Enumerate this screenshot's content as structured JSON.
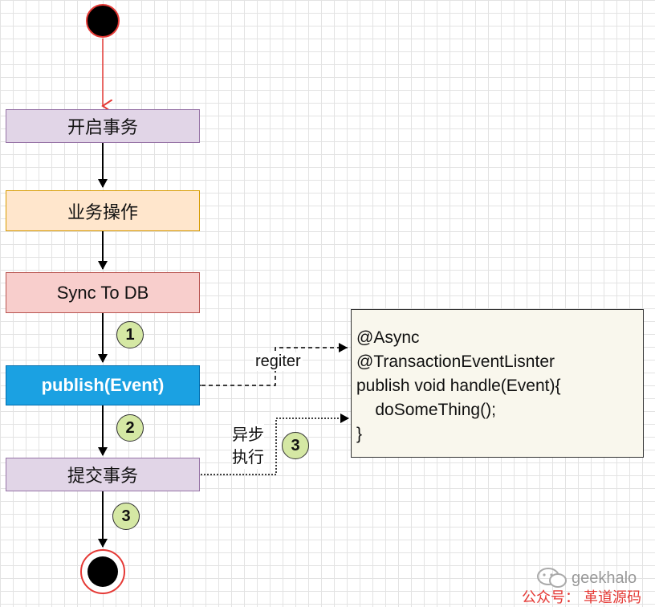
{
  "nodes": {
    "start_tx": "开启事务",
    "business_op": "业务操作",
    "sync_db": "Sync To DB",
    "publish_event": "publish(Event)",
    "commit_tx": "提交事务"
  },
  "badges": {
    "step1": "1",
    "step2": "2",
    "step3_async": "3",
    "step3_end": "3"
  },
  "labels": {
    "register": "regiter",
    "async_exec_line1": "异步",
    "async_exec_line2": "执行"
  },
  "code_lines": [
    "@Async",
    "@TransactionEventLisnter",
    "publish void handle(Event){",
    "    doSomeThing();",
    "}"
  ],
  "watermark": {
    "brand": "geekhalo",
    "account": "公众号：  革道源码"
  },
  "colors": {
    "purple_fill": "#e1d5e7",
    "orange_fill": "#ffe6cc",
    "red_fill": "#f8cecc",
    "blue_fill": "#1ba1e2",
    "badge_fill": "#d5e8a4",
    "code_fill": "#f9f7ed",
    "start_arrow": "#e53935"
  }
}
